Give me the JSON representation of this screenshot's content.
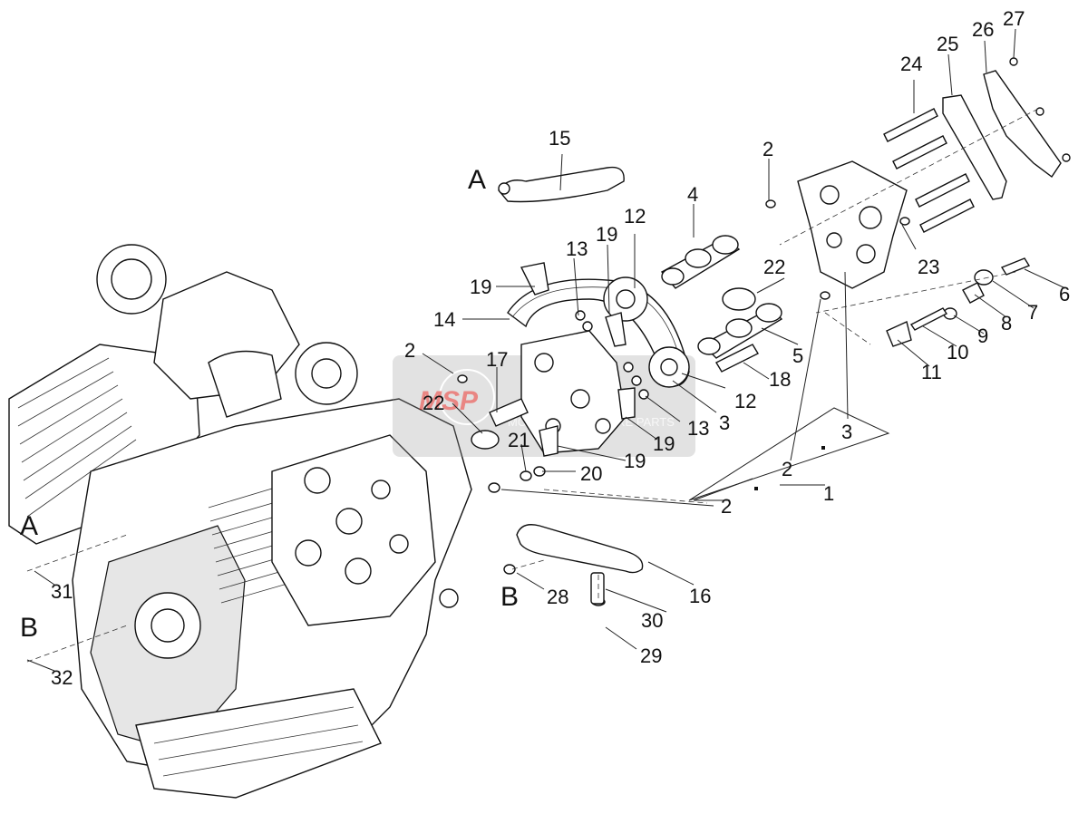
{
  "diagram": {
    "watermark": {
      "logo_text": "MSP",
      "text": "MOTORCYCLE SPARE PARTS"
    },
    "reference_marks": [
      "A",
      "A",
      "B",
      "B"
    ],
    "callouts": [
      "1",
      "2",
      "2",
      "2",
      "2",
      "3",
      "3",
      "4",
      "5",
      "6",
      "7",
      "8",
      "9",
      "10",
      "11",
      "12",
      "12",
      "13",
      "13",
      "14",
      "15",
      "16",
      "17",
      "18",
      "19",
      "19",
      "19",
      "19",
      "20",
      "21",
      "22",
      "22",
      "23",
      "24",
      "25",
      "26",
      "27",
      "28",
      "29",
      "30",
      "31",
      "32"
    ]
  }
}
